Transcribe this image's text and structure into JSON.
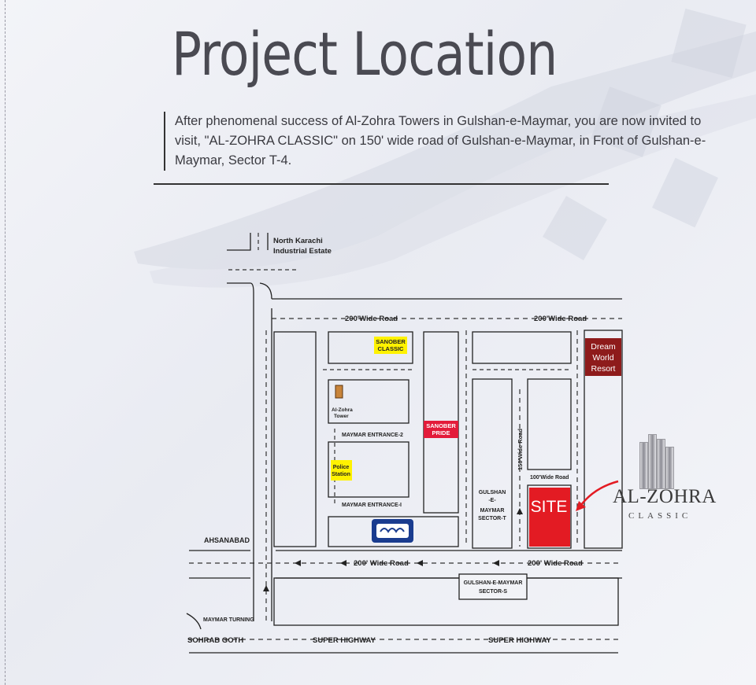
{
  "page": {
    "title": "Project Location",
    "intro": "After phenomenal success of Al-Zohra Towers in Gulshan-e-Maymar, you are now invited to visit, \"AL-ZOHRA CLASSIC\" on 150' wide road of Gulshan-e-Maymar, in Front of Gulshan-e-Maymar, Sector T-4."
  },
  "map": {
    "north_karachi_1": "North Karachi",
    "north_karachi_2": "Industrial Estate",
    "road_200_left": "200'Wide Road",
    "road_200_right": "200'Wide Road",
    "sanober_classic_1": "SANOBER",
    "sanober_classic_2": "CLASSIC",
    "dream_world_1": "Dream",
    "dream_world_2": "World",
    "dream_world_3": "Resort",
    "al_zohra_tower_1": "Al-Zohra",
    "al_zohra_tower_2": "Tower",
    "maymar_entrance_2": "MAYMAR ENTRANCE-2",
    "sanober_pride_1": "SANOBER",
    "sanober_pride_2": "PRIDE",
    "road_150_vertical": "150'Wide Road",
    "road_100": "100'Wide Road",
    "police_station_1": "Police",
    "police_station_2": "Station",
    "maymar_entrance_1": "MAYMAR ENTRANCE-I",
    "gulshan_t_1": "GULSHAN",
    "gulshan_t_2": "-E-",
    "gulshan_t_3": "MAYMAR",
    "gulshan_t_4": "SECTOR-T",
    "site": "SITE",
    "ahsanabad": "AHSANABAD",
    "road_200_bottom_left": "200' Wide Road",
    "road_200_bottom_right": "200' Wide Road",
    "gulshan_s_1": "GULSHAN-E-MAYMAR",
    "gulshan_s_2": "SECTOR-S",
    "maymar_turning": "MAYMAR TURNING",
    "sohrab_goth": "SOHRAB GOTH",
    "super_highway_1": "SUPER HIGHWAY",
    "super_highway_2": "SUPER HIGHWAY"
  },
  "brand": {
    "name": "AL-ZOHRA",
    "sub": "CLASSIC"
  },
  "colors": {
    "site_red": "#e31b23",
    "dream_world_maroon": "#8e1b1b",
    "highlight_yellow": "#fff200",
    "sanober_pride_red": "#e31b3a",
    "logo_blue": "#1a3c8f"
  },
  "icons": {
    "arrow": "red-curved-arrow",
    "tower_marker": "building-icon",
    "logo": "urdu-logo-badge"
  }
}
